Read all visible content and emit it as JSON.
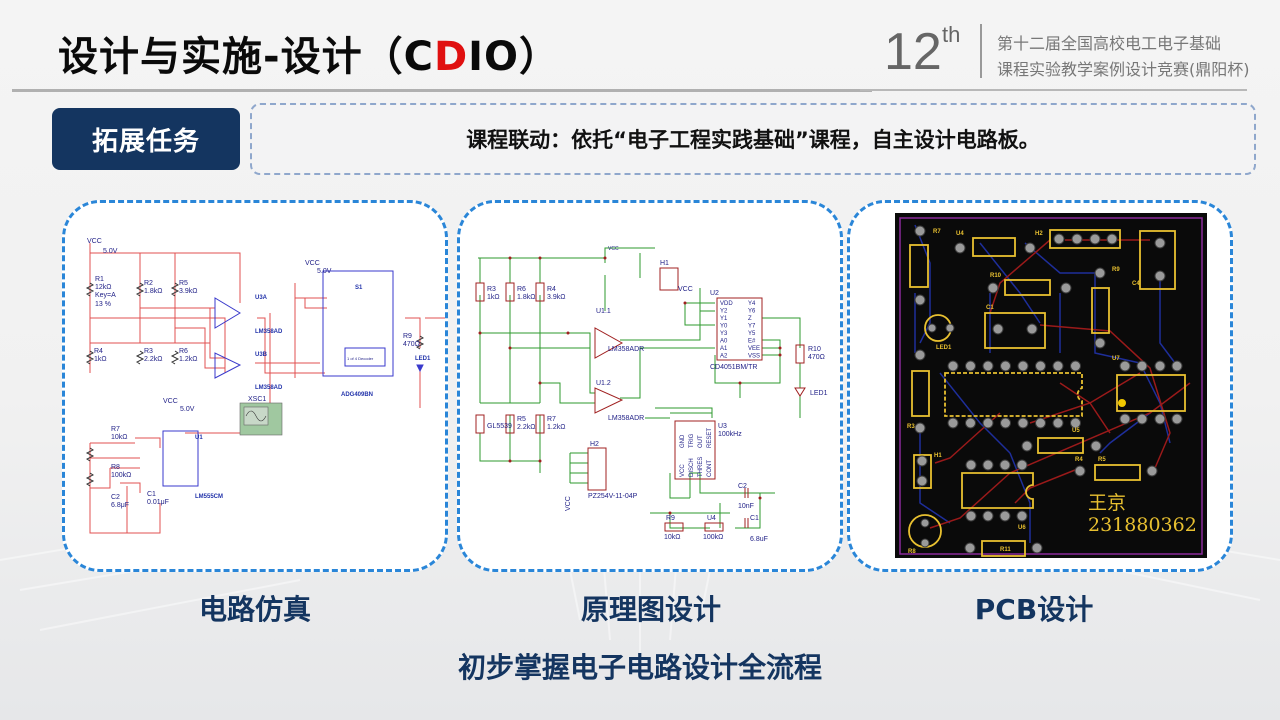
{
  "header": {
    "title_prefix": "设计与实施-设计（",
    "title_c": "C",
    "title_d": "D",
    "title_io": "IO）",
    "edition_number": "12",
    "edition_suffix": "th",
    "competition_line1": "第十二届全国高校电工电子基础",
    "competition_line2": "课程实验教学案例设计竞赛(鼎阳杯)"
  },
  "task": {
    "tag": "拓展任务",
    "description": "课程联动：依托“电子工程实践基础”课程，自主设计电路板。"
  },
  "panels": [
    {
      "id": "simulation",
      "caption": "电路仿真",
      "labels": {
        "vcc1": "VCC",
        "v1": "5.0V",
        "vcc2": "VCC",
        "v2": "5.0V",
        "vcc3": "VCC",
        "v3": "5.0V",
        "r1": "R1",
        "r1v": "12kΩ",
        "r1k": "Key=A",
        "r1p": "13 %",
        "r2": "R2",
        "r2v": "1.8kΩ",
        "r5": "R5",
        "r5v": "3.9kΩ",
        "r4": "R4",
        "r4v": "1kΩ",
        "r3": "R3",
        "r3v": "2.2kΩ",
        "r6": "R6",
        "r6v": "1.2kΩ",
        "u3a": "U3A",
        "u3a_t": "LM358AD",
        "u3b": "U3B",
        "u3b_t": "LM358AD",
        "s1": "S1",
        "s1_t": "ADG409BN",
        "decoder": "1 of 4 Decoder",
        "r9": "R9",
        "r9v": "470Ω",
        "led1": "LED1",
        "xsc1": "XSC1",
        "u1": "U1",
        "u1_t": "LM555CM",
        "r7": "R7",
        "r7v": "10kΩ",
        "r8": "R8",
        "r8v": "100kΩ",
        "c2": "C2",
        "c2v": "6.8μF",
        "c1": "C1",
        "c1v": "0.01μF"
      }
    },
    {
      "id": "schematic",
      "caption": "原理图设计",
      "labels": {
        "vcc1": "VCC",
        "vcc2": "VCC",
        "vcc3": "VCC",
        "h1": "H1",
        "h2": "H2",
        "h2_t": "PZ254V-11-04P",
        "r3": "R3",
        "r3v": "1kΩ",
        "r6": "R6",
        "r6v": "1.8kΩ",
        "r4": "R4",
        "r4v": "3.9kΩ",
        "r5": "R5",
        "r5v": "2.2kΩ",
        "r7": "R7",
        "r7v": "1.2kΩ",
        "r8": "GL5539",
        "u11": "U1.1",
        "u11_t": "LM358ADR",
        "u12": "U1.2",
        "u12_t": "LM358ADR",
        "u2": "U2",
        "u2_t": "CD4051BM/TR",
        "u2_pins_left": [
          "VDD",
          "Y2",
          "Y1",
          "Y0",
          "Y3",
          "A0",
          "A1",
          "A2"
        ],
        "u2_pins_right": [
          "Y4",
          "Y6",
          "Z",
          "Y7",
          "Y5",
          "E#",
          "VEE",
          "VSS"
        ],
        "r10": "R10",
        "r10v": "470Ω",
        "led1": "LED1",
        "u3": "U3",
        "u3_t": "100kHz",
        "u3_pins_top": [
          "GND",
          "TRIG",
          "OUT",
          "RESET"
        ],
        "u3_pins_bot": [
          "VCC",
          "DISCH",
          "THRES",
          "CONT"
        ],
        "c2": "C2",
        "c2v": "10nF",
        "c1": "C1",
        "c1v": "6.8uF",
        "r9": "R9",
        "r9v": "10kΩ",
        "u4": "U4",
        "u4v": "100kΩ"
      }
    },
    {
      "id": "pcb",
      "caption": "PCB设计",
      "labels": {
        "r7": "R7",
        "u4": "U4",
        "h2": "H2",
        "r10": "R10",
        "r9": "R9",
        "c4": "C4",
        "c1": "C1",
        "led1": "LED1",
        "u7": "U7",
        "r3": "R3",
        "u5": "U5",
        "h1": "H1",
        "r4": "R4",
        "r5": "R5",
        "u6": "U6",
        "r8": "R8",
        "r11": "R11",
        "designer_name": "王京",
        "student_id": "231880362"
      }
    }
  ],
  "summary": "初步掌握电子电路设计全流程",
  "colors": {
    "brand_navy": "#143560",
    "accent_red": "#e01010",
    "panel_border": "#2a86d8",
    "sim_wire": "#e05050",
    "sch_wire": "#2d9a2d",
    "pcb_bg": "#0a0a0a",
    "pcb_silk": "#e8c030"
  }
}
